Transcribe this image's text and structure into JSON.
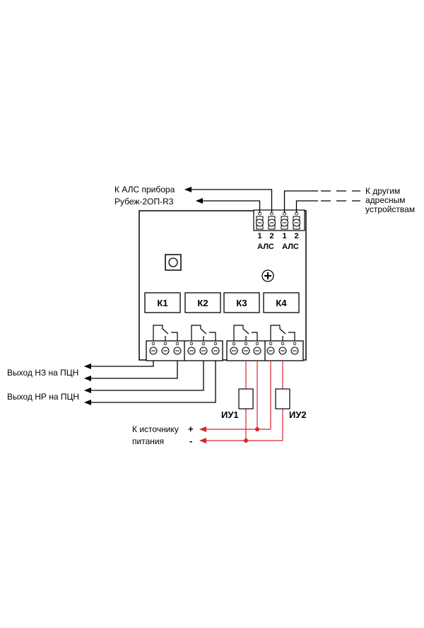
{
  "labels": {
    "als_device_line1": "К АЛС прибора",
    "als_device_line2": "Рубеж-2ОП-R3",
    "other_devices_line1": "К другим",
    "other_devices_line2": "адресным",
    "other_devices_line3": "устройствам",
    "output_nc": "Выход НЗ на ПЦН",
    "output_no": "Выход НР на ПЦН",
    "power_line1": "К источнику",
    "power_line2": "питания",
    "plus": "+",
    "minus": "-"
  },
  "als_terminals": [
    {
      "pin": "1",
      "name": "АЛС"
    },
    {
      "pin": "2",
      "name": ""
    },
    {
      "pin": "1",
      "name": "АЛС"
    },
    {
      "pin": "2",
      "name": ""
    }
  ],
  "relays": [
    "К1",
    "К2",
    "К3",
    "К4"
  ],
  "loads": [
    "ИУ1",
    "ИУ2"
  ],
  "colors": {
    "line": "#000000",
    "power": "#d9252b"
  }
}
